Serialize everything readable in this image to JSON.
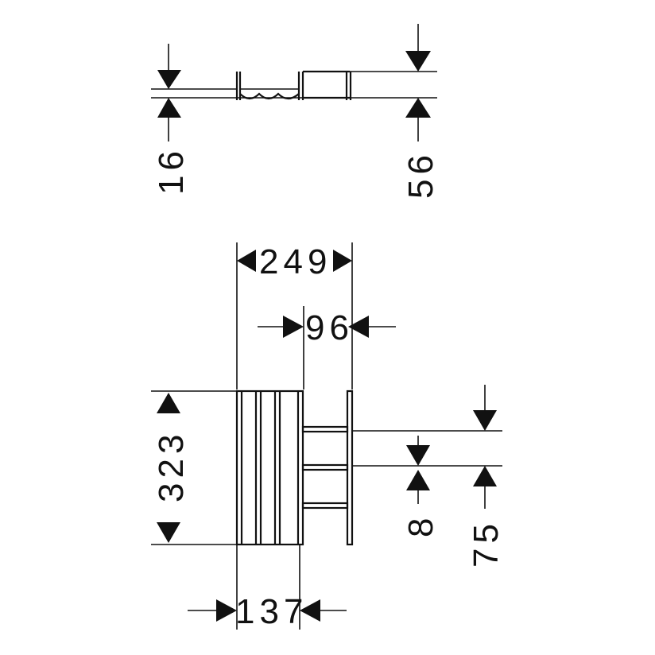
{
  "dimensions": {
    "depth_top": "16",
    "depth_total": "56",
    "width_total": "249",
    "width_rail": "96",
    "height_total": "323",
    "rail_thickness": "8",
    "rail_spacing": "75",
    "width_front": "137"
  },
  "colors": {
    "line": "#111111",
    "background": "#ffffff"
  }
}
